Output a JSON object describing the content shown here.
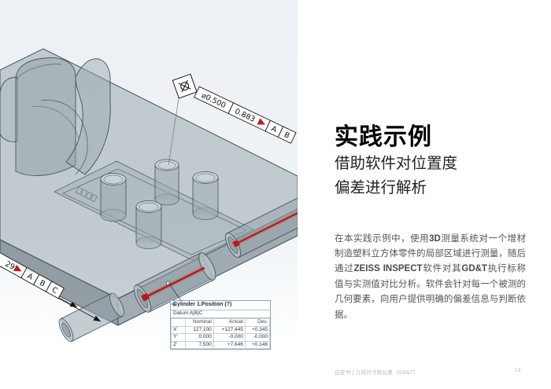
{
  "page": {
    "footer_left": "白皮书 | 几何尺寸和公差（GD&T）",
    "page_number": "13"
  },
  "content": {
    "title": "实践示例",
    "subtitle_line1": "借助软件对位置度",
    "subtitle_line2": "偏差进行解析",
    "body_segments": [
      {
        "text": "在本实践示例中，使用",
        "bold": false
      },
      {
        "text": "3D",
        "bold": true
      },
      {
        "text": "测量系统对一个增材制造塑料立方体零件的局部区域进行测量，随后通过",
        "bold": false
      },
      {
        "text": "ZEISS INSPECT",
        "bold": true
      },
      {
        "text": "软件对其",
        "bold": false
      },
      {
        "text": "GD&T",
        "bold": true
      },
      {
        "text": "执行标称值与实测值对比分析。软件会针对每一个被测的几何要素，向用户提供明确的偏差信息与判断依据。",
        "bold": false
      }
    ]
  },
  "cad": {
    "colors": {
      "accent_red": "#b51a1a",
      "datum_icon_blue": "#4472c4",
      "viewport_bg": "#edf1f5",
      "model_outline": "#44525a"
    },
    "top_callout": {
      "symbol": "gdt-position",
      "tolerance": "⌀0.500",
      "deviation": "0.883",
      "datums": [
        "A",
        "B"
      ]
    },
    "bottom_callout": {
      "value": "29",
      "datums": [
        "A",
        "B",
        "C"
      ]
    },
    "table": {
      "title": "Cylinder 1.Position (?)",
      "datum_row": "Datum  A|B|C",
      "columns": [
        "Nominal",
        "Actual",
        "Dev."
      ],
      "rows": [
        {
          "label": "X'",
          "nominal": "127.100",
          "actual": "+127.445",
          "dev": "+0.345"
        },
        {
          "label": "Y'",
          "nominal": "0.000",
          "actual": "-0.000",
          "dev": "-0.000"
        },
        {
          "label": "Z'",
          "nominal": "7.500",
          "actual": "+7.646",
          "dev": "+0.146"
        }
      ]
    }
  }
}
